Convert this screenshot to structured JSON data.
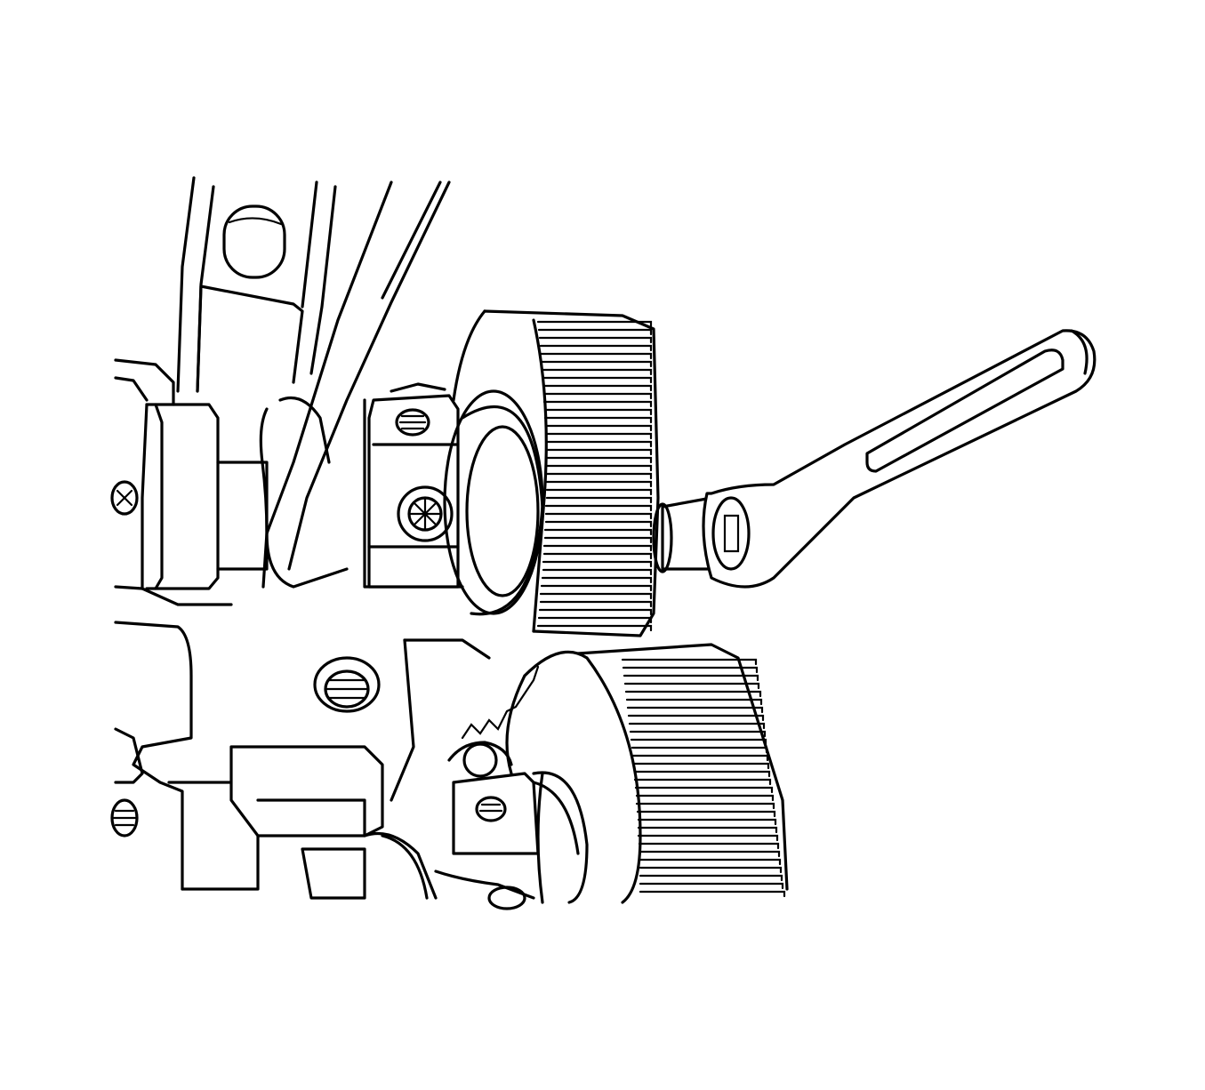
{
  "colors": {
    "background": "#ffffff",
    "line": "#000000"
  },
  "illustration": {
    "components": [
      "engine-block",
      "camshaft-bearing-cap",
      "cap-bolt",
      "camshaft-sprocket-upper",
      "camshaft-sprocket-lower",
      "ratchet-wrench",
      "threaded-hole"
    ]
  }
}
